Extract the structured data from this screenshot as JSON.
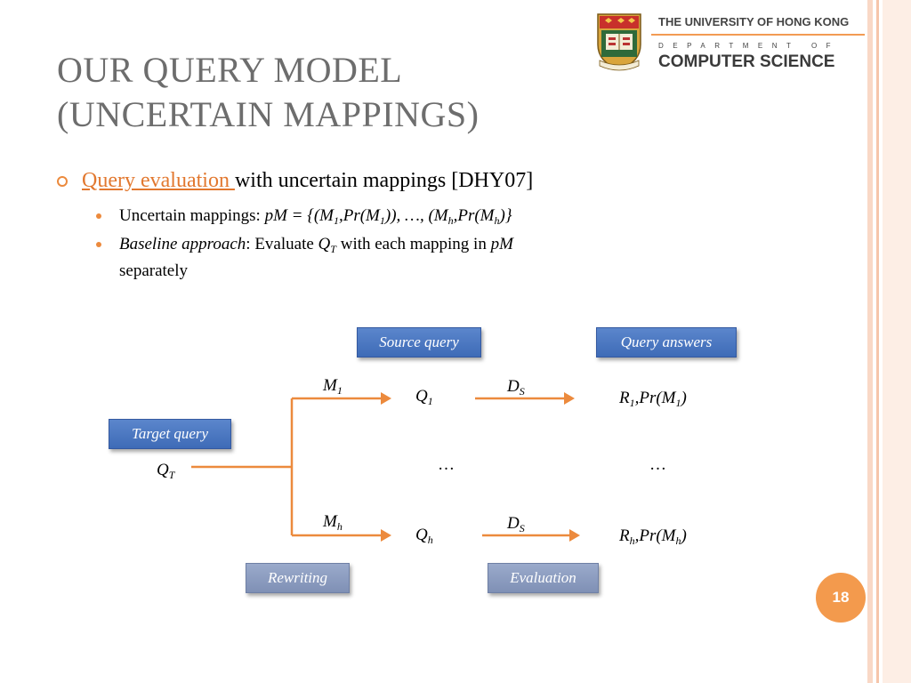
{
  "title": {
    "line1": "OUR QUERY MODEL",
    "line2": "(UNCERTAIN MAPPINGS)"
  },
  "logo": {
    "university": "THE UNIVERSITY OF HONG KONG",
    "department": "DEPARTMENT OF",
    "school": "COMPUTER SCIENCE",
    "crest_motto": "SAPIENTIA ET VIRTUS"
  },
  "bullets": {
    "main_link": "Query evaluation ",
    "main_rest": "with uncertain mappings [DHY07]",
    "sub1_prefix": "Uncertain mappings: ",
    "sub2_italic": "Baseline approach",
    "sub2_mid": ": Evaluate ",
    "sub2_after": " with each mapping in ",
    "sub2_pm": "pM",
    "sub2_tail": "separately"
  },
  "diagram": {
    "source_query": "Source query",
    "query_answers": "Query answers",
    "target_query": "Target query",
    "rewriting": "Rewriting",
    "evaluation": "Evaluation",
    "ellipsis": "…"
  },
  "colors": {
    "accent": "#ec8a3d",
    "box_blue": "#4a76c0",
    "box_grey": "#8d9dc1",
    "title_grey": "#6d6d6d"
  },
  "page_number": "18"
}
